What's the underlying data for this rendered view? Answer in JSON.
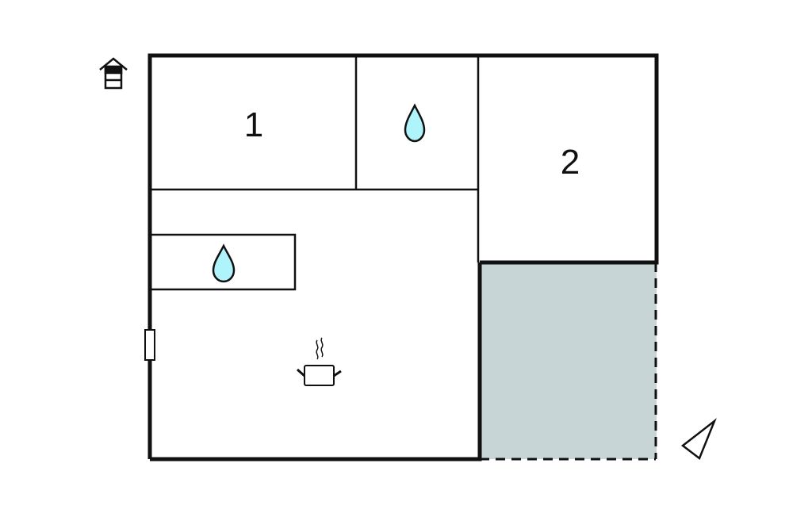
{
  "floorplan": {
    "rooms": [
      {
        "id": "bedroom-1",
        "label": "1"
      },
      {
        "id": "bedroom-2",
        "label": "2"
      },
      {
        "id": "bathroom",
        "label": ""
      },
      {
        "id": "utility",
        "label": ""
      },
      {
        "id": "kitchen-living",
        "label": ""
      },
      {
        "id": "terrace",
        "label": ""
      }
    ],
    "icons": {
      "entrance": "entrance-house-icon",
      "water_bath": "water-drop-icon",
      "water_utility": "water-drop-icon",
      "kitchen": "cooking-pot-icon",
      "door": "door-icon",
      "compass": "north-arrow-icon"
    },
    "colors": {
      "wall": "#111111",
      "water": "#b0f4fb",
      "terrace": "#c8d5d7",
      "background": "#ffffff"
    }
  }
}
